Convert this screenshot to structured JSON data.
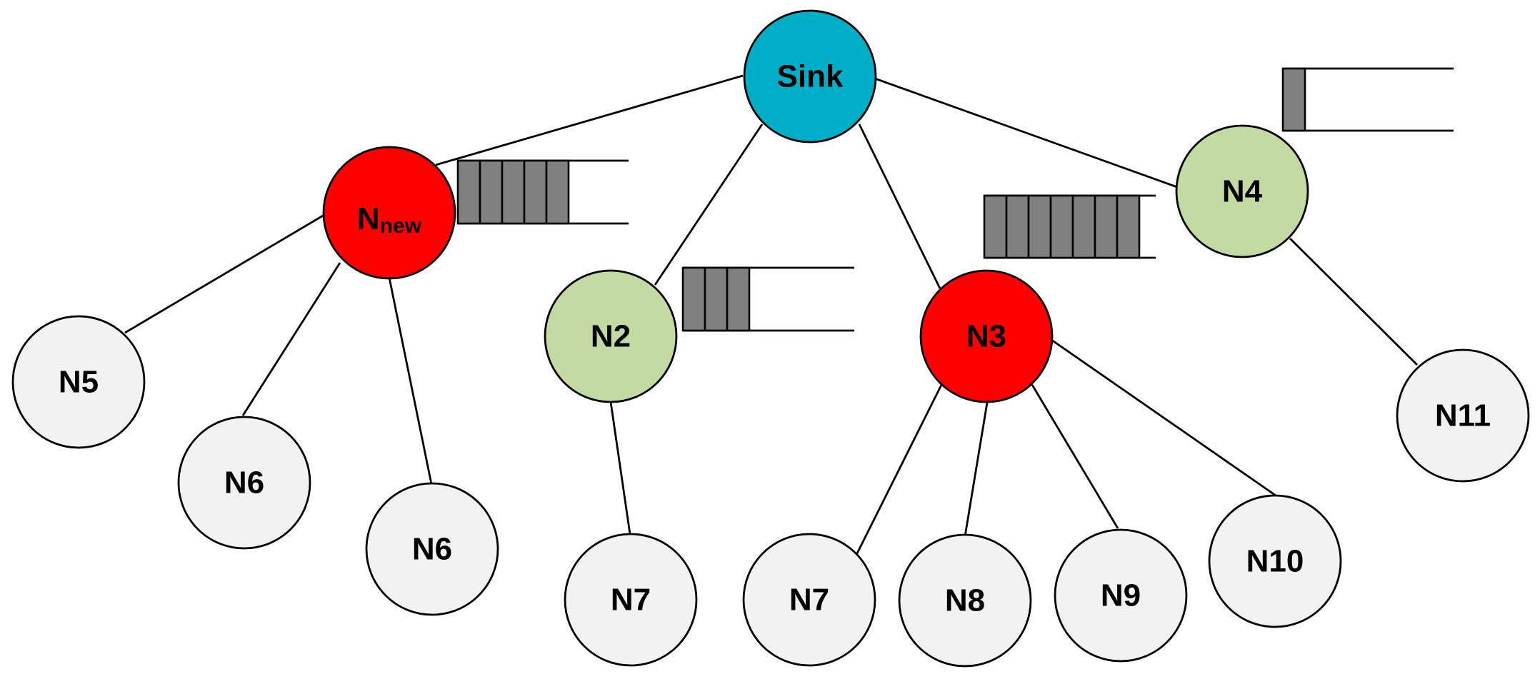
{
  "colors": {
    "sink": "#00AEC8",
    "congested": "#FF0000",
    "normal": "#C3DBA3",
    "leaf": "#F2F2F2",
    "queue_packet": "#808080"
  },
  "nodes": {
    "sink": {
      "label": "Sink",
      "status": "sink"
    },
    "nnew": {
      "label": "N",
      "sub": "new",
      "status": "congested"
    },
    "n2": {
      "label": "N2",
      "status": "normal"
    },
    "n3": {
      "label": "N3",
      "status": "congested"
    },
    "n4": {
      "label": "N4",
      "status": "normal"
    },
    "n5": {
      "label": "N5",
      "status": "leaf"
    },
    "n6a": {
      "label": "N6",
      "status": "leaf"
    },
    "n6b": {
      "label": "N6",
      "status": "leaf"
    },
    "n7a": {
      "label": "N7",
      "status": "leaf"
    },
    "n7b": {
      "label": "N7",
      "status": "leaf"
    },
    "n8": {
      "label": "N8",
      "status": "leaf"
    },
    "n9": {
      "label": "N9",
      "status": "leaf"
    },
    "n10": {
      "label": "N10",
      "status": "leaf"
    },
    "n11": {
      "label": "N11",
      "status": "leaf"
    }
  },
  "edges": [
    [
      "sink",
      "nnew"
    ],
    [
      "sink",
      "n2"
    ],
    [
      "sink",
      "n3"
    ],
    [
      "sink",
      "n4"
    ],
    [
      "nnew",
      "n5"
    ],
    [
      "nnew",
      "n6a"
    ],
    [
      "nnew",
      "n6b"
    ],
    [
      "n2",
      "n7a"
    ],
    [
      "n3",
      "n7b"
    ],
    [
      "n3",
      "n8"
    ],
    [
      "n3",
      "n9"
    ],
    [
      "n3",
      "n10"
    ],
    [
      "n4",
      "n11"
    ]
  ],
  "queues": {
    "nnew": {
      "packets": 5
    },
    "n2": {
      "packets": 3
    },
    "n3": {
      "packets": 7
    },
    "n4": {
      "packets": 1
    }
  }
}
